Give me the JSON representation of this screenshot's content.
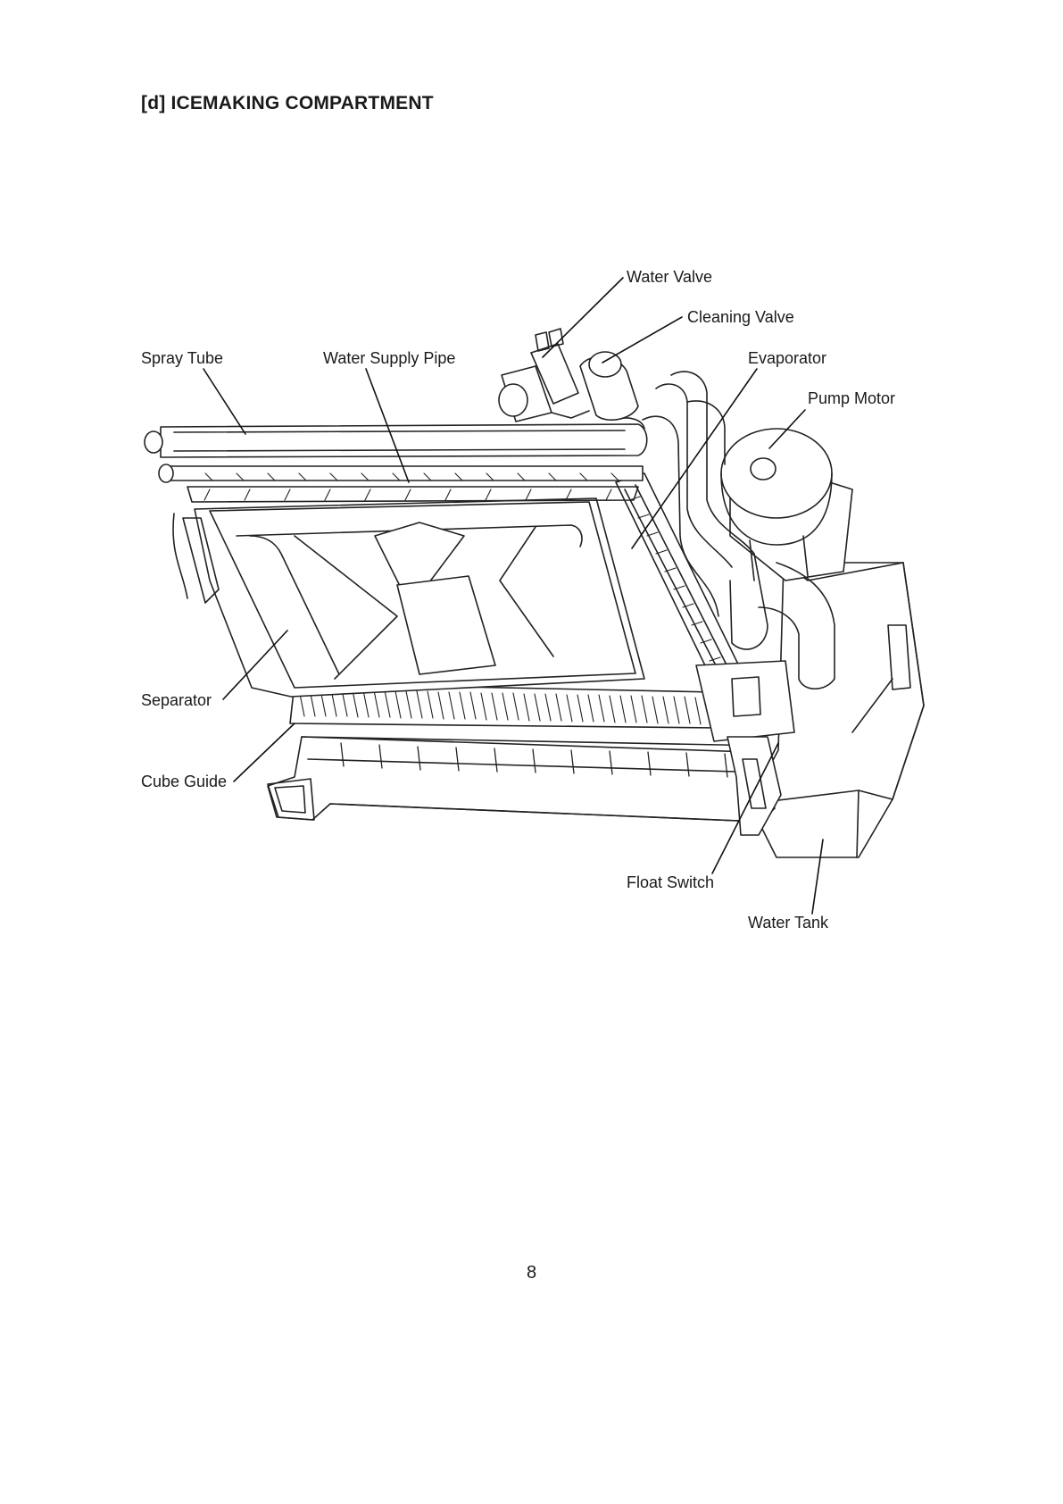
{
  "section": {
    "title": "[d] ICEMAKING COMPARTMENT"
  },
  "labels": {
    "water_valve": "Water Valve",
    "cleaning_valve": "Cleaning Valve",
    "spray_tube": "Spray Tube",
    "water_supply_pipe": "Water Supply Pipe",
    "evaporator": "Evaporator",
    "pump_motor": "Pump Motor",
    "separator": "Separator",
    "cube_guide": "Cube Guide",
    "float_switch": "Float Switch",
    "water_tank": "Water Tank"
  },
  "footer": {
    "page_number": "8"
  }
}
